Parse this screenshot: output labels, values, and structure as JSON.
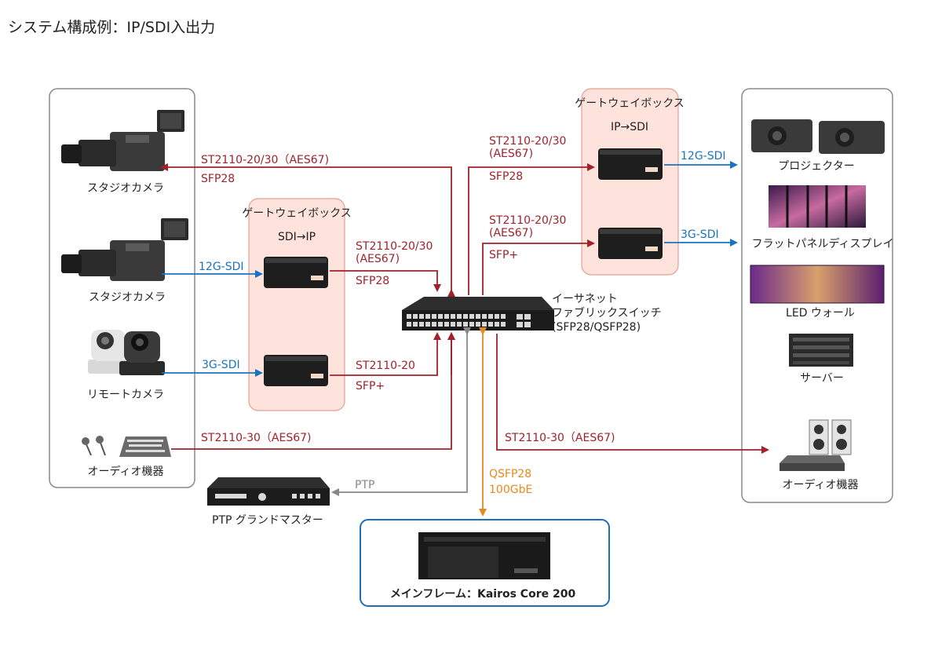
{
  "title": "システム構成例：IP/SDI入出力",
  "colors": {
    "ip": "#a0222a",
    "sdi": "#1a73c0",
    "ptp": "#888888",
    "core": "#e58a1f",
    "gateway_fill": "#fde3dc",
    "gateway_stroke": "#e3a08f",
    "core_box": "#1f6fb8"
  },
  "left_devices": {
    "studio_camera_1": "スタジオカメラ",
    "studio_camera_2": "スタジオカメラ",
    "remote_camera": "リモートカメラ",
    "audio_equipment": "オーディオ機器"
  },
  "gateway_in": {
    "title": "ゲートウェイボックス",
    "mode": "SDI→IP"
  },
  "gateway_out": {
    "title": "ゲートウェイボックス",
    "mode": "IP→SDI"
  },
  "switch": {
    "line1": "イーサネット",
    "line2": "ファブリックスイッチ",
    "line3": "(SFP28/QSFP28)"
  },
  "right_devices": {
    "projector": "プロジェクター",
    "flat_panel": "フラットパネルディスプレイ",
    "led_wall": "LED ウォール",
    "server": "サーバー",
    "audio_equipment": "オーディオ機器"
  },
  "ptp": {
    "label": "PTP グランドマスター",
    "link": "PTP"
  },
  "mainframe": {
    "label": "メインフレーム：Kairos Core 200",
    "link_line1": "QSFP28",
    "link_line2": "100GbE"
  },
  "links": {
    "cam1_format": "ST2110-20/30（AES67)",
    "cam1_media": "SFP28",
    "cam2_sdi": "12G-SDI",
    "remote_sdi": "3G-SDI",
    "gw_in_top_line1": "ST2110-20/30",
    "gw_in_top_line2": "(AES67)",
    "gw_in_top_media": "SFP28",
    "gw_in_bottom_format": "ST2110-20",
    "gw_in_bottom_media": "SFP+",
    "audio_in": "ST2110-30（AES67)",
    "gw_out_top_line1": "ST2110-20/30",
    "gw_out_top_line2": "(AES67)",
    "gw_out_top_media": "SFP28",
    "gw_out_bottom_line1": "ST2110-20/30",
    "gw_out_bottom_line2": "(AES67)",
    "gw_out_bottom_media": "SFP+",
    "out_12g": "12G-SDI",
    "out_3g": "3G-SDI",
    "audio_out": "ST2110-30（AES67)"
  }
}
